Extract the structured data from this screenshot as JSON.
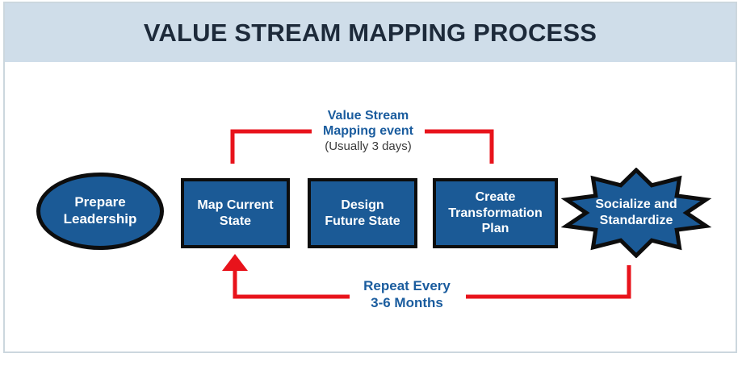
{
  "title": "VALUE STREAM MAPPING PROCESS",
  "colors": {
    "band-bg": "#cfdde9",
    "frame-border": "#ccd7de",
    "title-text": "#1d2a3a",
    "node-blue": "#1b5a96",
    "node-border": "#0d0d0d",
    "node-text": "#ffffff",
    "accent-red": "#e8131b",
    "label-blue": "#1a5c9e",
    "note-gray": "#3a3a3a"
  },
  "nodes": {
    "prepare": {
      "label": [
        "Prepare",
        "Leadership"
      ]
    },
    "map_current": {
      "label": [
        "Map Current",
        "State"
      ]
    },
    "design_future": {
      "label": [
        "Design",
        "Future State"
      ]
    },
    "create_plan": {
      "label": [
        "Create",
        "Transformation",
        "Plan"
      ]
    },
    "socialize": {
      "label": [
        "Socialize and",
        "Standardize"
      ]
    }
  },
  "annotations": {
    "vsm_event": {
      "label": [
        "Value Stream",
        "Mapping event"
      ],
      "note": "(Usually 3 days)"
    },
    "repeat": {
      "label": [
        "Repeat Every",
        "3-6 Months"
      ]
    }
  }
}
